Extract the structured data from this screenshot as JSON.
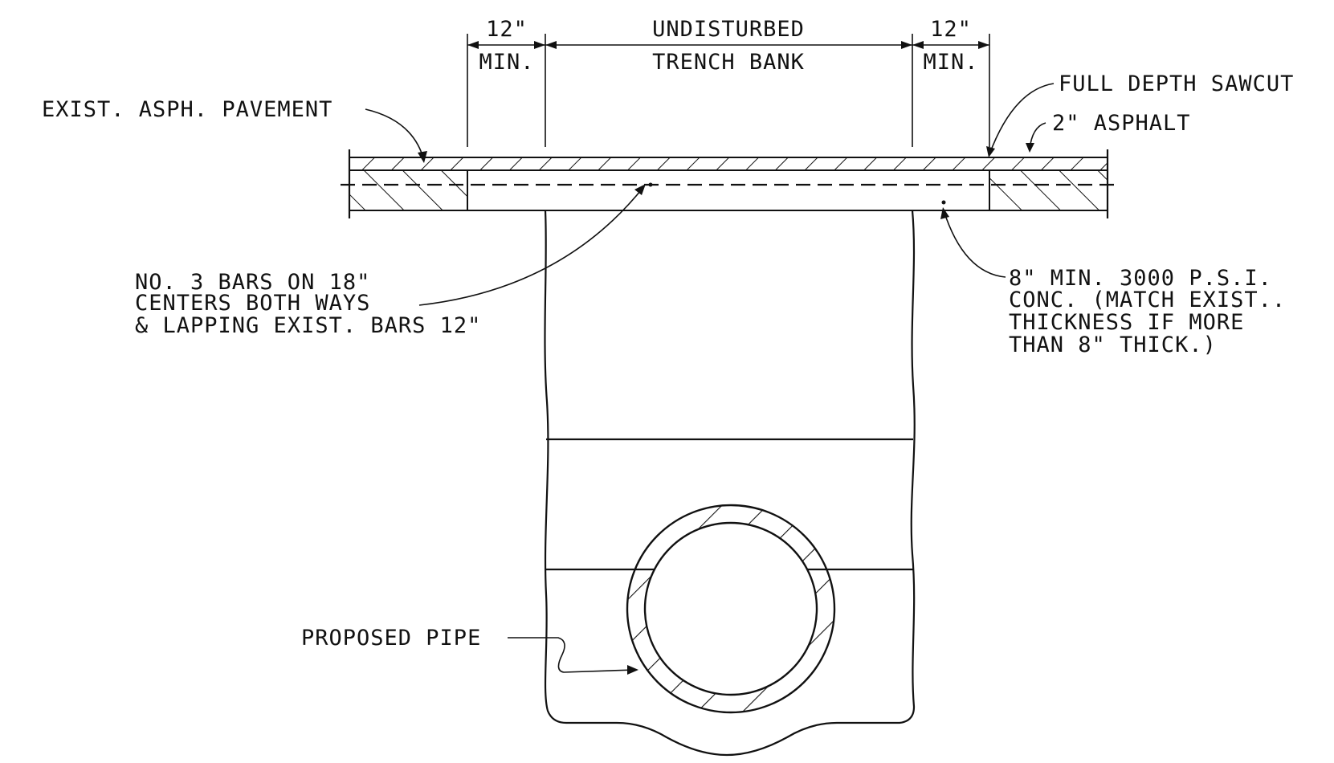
{
  "labels": {
    "left_min_value": "12\"",
    "left_min_unit": "MIN.",
    "center_top": "UNDISTURBED",
    "center_bottom": "TRENCH BANK",
    "right_min_value": "12\"",
    "right_min_unit": "MIN.",
    "exist_pavement": "EXIST. ASPH. PAVEMENT",
    "sawcut": "FULL DEPTH SAWCUT",
    "asphalt": "2\" ASPHALT",
    "bars_line1": "NO. 3 BARS ON 18\"",
    "bars_line2": "CENTERS BOTH WAYS",
    "bars_line3": "& LAPPING EXIST. BARS 12\"",
    "conc_line1": "8\" MIN. 3000 P.S.I.",
    "conc_line2": "CONC. (MATCH EXIST..",
    "conc_line3": "THICKNESS IF MORE",
    "conc_line4": "THAN 8\" THICK.)",
    "pipe": "PROPOSED PIPE"
  }
}
